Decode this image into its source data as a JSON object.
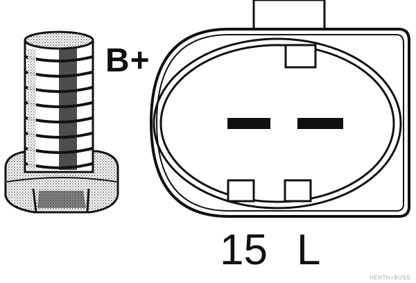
{
  "diagram": {
    "type": "connector-pinout",
    "subject": "alternator terminal connector",
    "labels": {
      "stud_terminal": "B+",
      "pin_left": "15",
      "pin_right": "L"
    },
    "brand": "HERTH+BUSS",
    "colors": {
      "ink": "#111111",
      "background": "#ffffff",
      "watermark": "#aaaaaa"
    }
  }
}
